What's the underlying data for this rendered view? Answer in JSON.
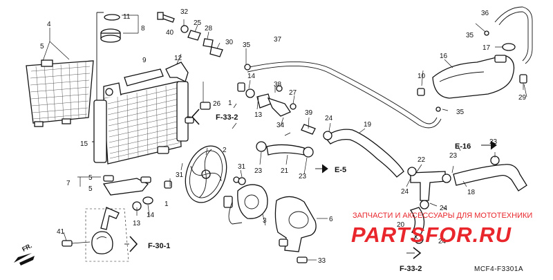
{
  "callouts": {
    "c1": "1",
    "c2": "2",
    "c3": "3",
    "c4": "4",
    "c5": "5",
    "c6": "6",
    "c7": "7",
    "c8": "8",
    "c9": "9",
    "c10": "10",
    "c11": "11",
    "c12": "12",
    "c13": "13",
    "c14": "14",
    "c15": "15",
    "c16": "16",
    "c17": "17",
    "c18": "18",
    "c19": "19",
    "c20": "20",
    "c21": "21",
    "c22": "22",
    "c23": "23",
    "c24": "24",
    "c25": "25",
    "c26": "26",
    "c27": "27",
    "c28": "28",
    "c29": "29",
    "c30": "30",
    "c31": "31",
    "c32": "32",
    "c33": "33",
    "c34": "34",
    "c35": "35",
    "c36": "36",
    "c37": "37",
    "c38": "38",
    "c39": "39",
    "c40": "40",
    "c41": "41"
  },
  "references": {
    "f33_2": "F-33-2",
    "f30_1": "F-30-1",
    "e16": "E-16",
    "e5": "E-5",
    "front": "FR."
  },
  "watermark": {
    "text": "ЗАПЧАСТИ И АКСЕССУАРЫ ДЛЯ МОТОТЕХНИКИ",
    "logo": "PARTSFOR.RU"
  },
  "diagram_code": "MCF4-F3301A"
}
